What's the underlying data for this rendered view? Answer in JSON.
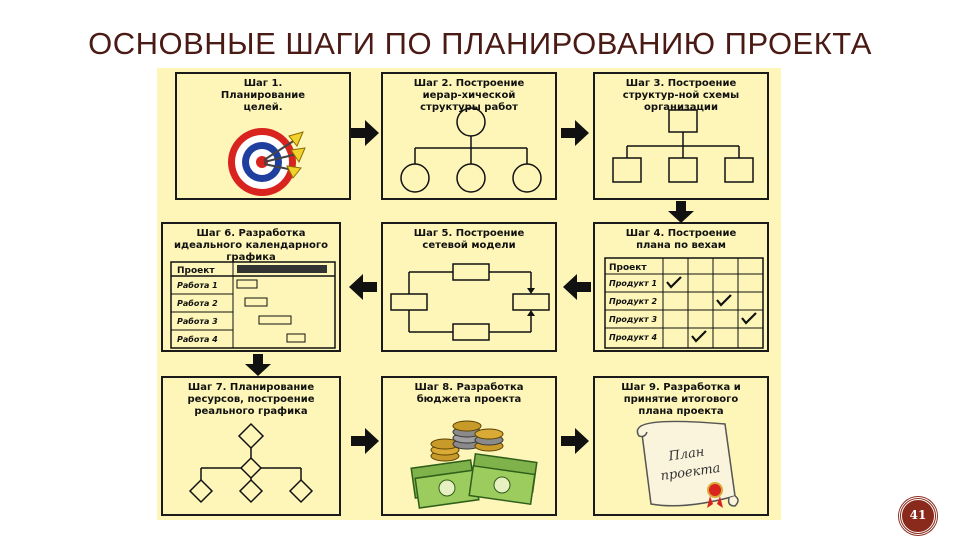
{
  "title": "ОСНОВНЫЕ ШАГИ ПО ПЛАНИРОВАНИЮ ПРОЕКТА",
  "steps": [
    {
      "caption": "Шаг 1. Планирование целей."
    },
    {
      "caption": "Шаг 2. Построение иерар-хической структуры работ"
    },
    {
      "caption": "Шаг 3. Построение структур-ной схемы организации"
    },
    {
      "caption": "Шаг 4. Построение плана по вехам"
    },
    {
      "caption": "Шаг 5. Построение сетевой модели"
    },
    {
      "caption": "Шаг 6. Разработка идеального календарного графика"
    },
    {
      "caption": "Шаг 7. Планирование ресурсов, построение реального графика"
    },
    {
      "caption": "Шаг 8. Разработка бюджета проекта"
    },
    {
      "caption": "Шаг 9. Разработка и принятие итогового плана проекта"
    }
  ],
  "milestone_table": {
    "header": "Проект",
    "rows": [
      "Продукт 1",
      "Продукт 2",
      "Продукт 3",
      "Продукт 4"
    ]
  },
  "gantt_table": {
    "header": "Проект",
    "rows": [
      "Работа 1",
      "Работа 2",
      "Работа 3",
      "Работа 4"
    ]
  },
  "scroll_text": {
    "line1": "План",
    "line2": "проекта"
  },
  "page_number": "41",
  "colors": {
    "title": "#4a1a14",
    "panel": "#fdf6b8",
    "badge": "#8a2a1c"
  }
}
